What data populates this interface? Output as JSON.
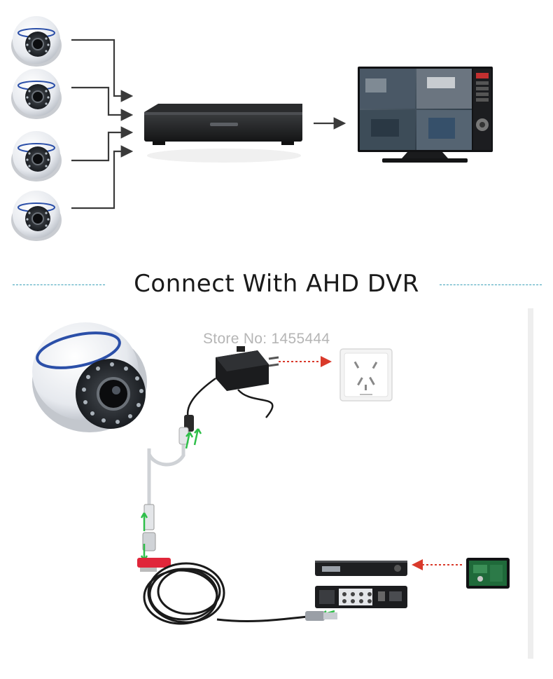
{
  "title": "Connect With AHD DVR",
  "watermark": "Store No: 1455444",
  "top_diagram": {
    "cameras": 4,
    "dvr": "dvr-recorder-icon",
    "monitor": "monitor-icon"
  },
  "bottom_diagram": {
    "camera": "dome-camera-icon",
    "adapter": "power-adapter-icon",
    "socket": "wall-socket-icon",
    "cable": "bnc-cable-icon",
    "dvr": "dvr-recorder-icon",
    "hdd": "hard-drive-icon"
  },
  "colors": {
    "title_line": "#3aa0b8",
    "wire": "#3a3a3a",
    "arrow_red": "#d93a2b",
    "arrow_green": "#2fbf4a",
    "camera_ring": "#2b4fa8"
  }
}
